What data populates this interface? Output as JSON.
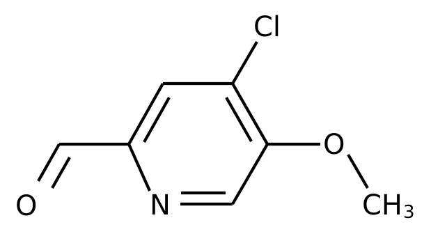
{
  "molecule": {
    "atoms": {
      "chlorine": "Cl",
      "ring_nitrogen": "N",
      "aldehyde_oxygen": "O",
      "ether_oxygen": "O",
      "methyl_carbon": "CH",
      "methyl_subscript": "3"
    },
    "colors": {
      "bond": "#000000",
      "label": "#000000",
      "background": "#ffffff"
    }
  }
}
